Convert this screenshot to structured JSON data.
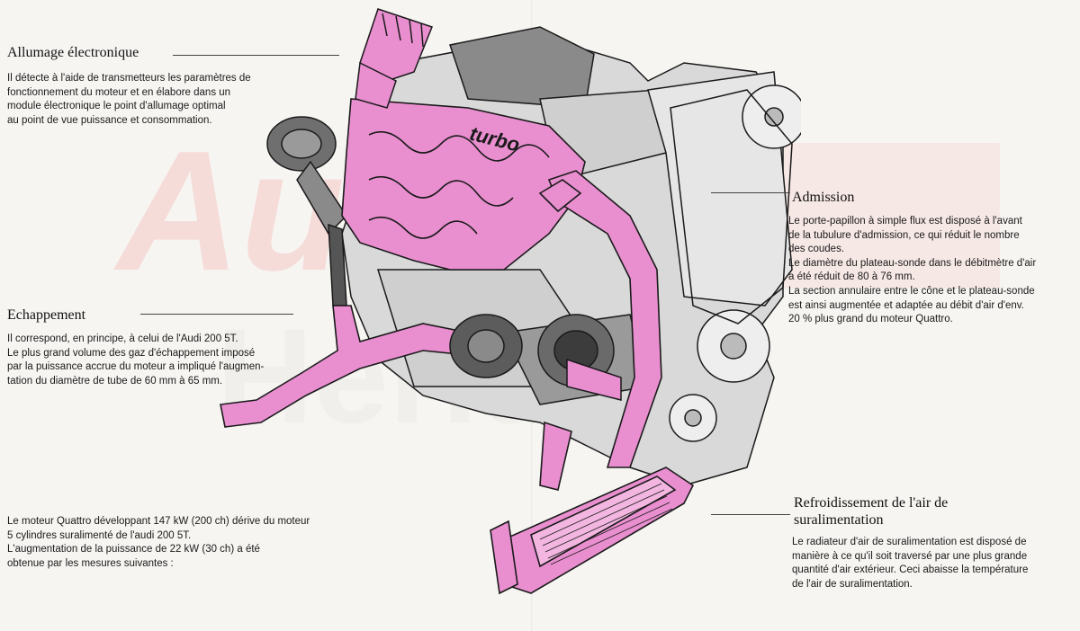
{
  "watermark": {
    "brand": "Audi",
    "line2": "Heritage",
    "brand_color": "#e8403a"
  },
  "sections": {
    "ignition": {
      "title": "Allumage électronique",
      "lines": [
        "Il détecte à l'aide de transmetteurs les paramètres de",
        "fonctionnement du moteur et en élabore dans un",
        "module électronique le point d'allumage optimal",
        "au point de vue puissance et consommation."
      ]
    },
    "exhaust": {
      "title": "Echappement",
      "lines": [
        "Il correspond, en principe, à celui de l'Audi 200 5T.",
        "Le plus grand volume des gaz d'échappement imposé",
        "par la puissance accrue du moteur a impliqué l'augmen-",
        "tation du diamètre de tube de 60 mm à 65 mm."
      ]
    },
    "intro": {
      "lines": [
        "Le moteur Quattro développant 147 kW (200 ch) dérive du moteur",
        "5 cylindres suralimenté de l'audi 200 5T.",
        "L'augmentation de la puissance de 22 kW (30 ch) a été",
        "obtenue par les mesures suivantes :"
      ]
    },
    "intake": {
      "title": "Admission",
      "lines": [
        "Le porte-papillon à simple flux est disposé à l'avant",
        "de la tubulure d'admission, ce qui réduit le nombre",
        "des coudes.",
        "Le diamètre du plateau-sonde dans le débitmètre d'air",
        "a été réduit de 80 à 76 mm.",
        "La section annulaire entre le cône et le plateau-sonde",
        "est ainsi augmentée et adaptée au débit d'air d'env.",
        "20 % plus grand du moteur Quattro."
      ]
    },
    "intercooler": {
      "title_line1": "Refroidissement de l'air de",
      "title_line2": "suralimentation",
      "lines": [
        "Le radiateur d'air de suralimentation est disposé de",
        "manière à ce qu'il soit traversé par une plus grande",
        "quantité d'air extérieur. Ceci abaisse la température",
        "de l'air de suralimentation."
      ]
    }
  },
  "illustration": {
    "intake_label": "turbo",
    "highlight_color": "#e98fd0",
    "line_color": "#1a1a1a",
    "metal_color": "#8a8a8a"
  }
}
